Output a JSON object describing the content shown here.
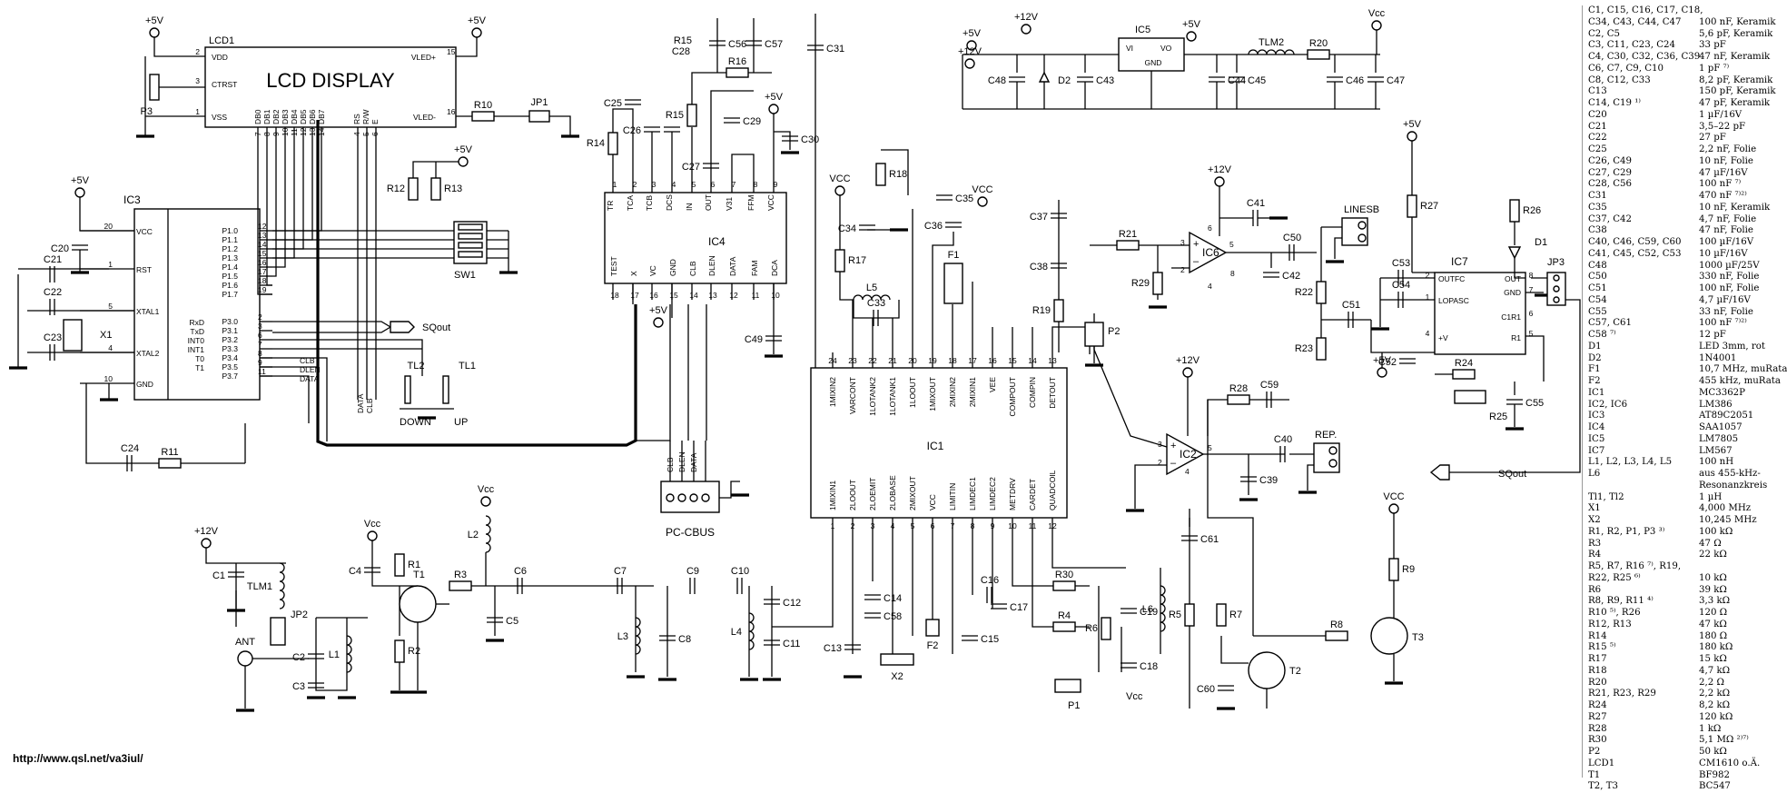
{
  "chart_data": {
    "type": "diagram",
    "components": {
      "lcd": {
        "ref": "LCD1",
        "title": "LCD DISPLAY",
        "pins": [
          "VDD",
          "CTRST",
          "VSS",
          "VLED+",
          "VLED-",
          "RS",
          "R/W",
          "E",
          "DB0",
          "DB1",
          "DB2",
          "DB3",
          "DB4",
          "DB5",
          "DB6",
          "DB7"
        ],
        "pin_numbers": [
          "2",
          "3",
          "1",
          "15",
          "16",
          "4",
          "5",
          "6",
          "7",
          "8",
          "9",
          "10",
          "11",
          "12",
          "13",
          "14"
        ]
      },
      "ic3": {
        "ref": "IC3",
        "pins_left": [
          "VCC",
          "RST",
          "XTAL1",
          "XTAL2",
          "GND"
        ],
        "pins_left_numbers": [
          "20",
          "1",
          "5",
          "4",
          "10"
        ],
        "pins_right": [
          "P1.0",
          "P1.1",
          "P1.2",
          "P1.3",
          "P1.4",
          "P1.5",
          "P1.6",
          "P1.7",
          "P3.0",
          "P3.1",
          "P3.2",
          "P3.3",
          "P3.4",
          "P3.5",
          "P3.7"
        ],
        "pins_right_numbers": [
          "12",
          "13",
          "14",
          "15",
          "16",
          "17",
          "18",
          "19",
          "2",
          "3",
          "6",
          "7",
          "8",
          "9",
          "11"
        ],
        "alt": [
          "RxD",
          "TxD",
          "INT0",
          "INT1",
          "T0",
          "T1"
        ]
      },
      "ic4": {
        "ref": "IC4",
        "top": [
          "TR",
          "TCA",
          "TCB",
          "DCS",
          "IN",
          "OUT",
          "V31",
          "FFM",
          "VCC"
        ],
        "top_numbers": [
          "1",
          "2",
          "3",
          "4",
          "5",
          "6",
          "7",
          "8",
          "9"
        ],
        "bottom": [
          "TEST",
          "X",
          "VC",
          "GND",
          "CLB",
          "DLEN",
          "DATA",
          "FAM",
          "DCA"
        ],
        "bottom_numbers": [
          "18",
          "17",
          "16",
          "15",
          "14",
          "13",
          "12",
          "11",
          "10"
        ]
      },
      "ic1": {
        "ref": "IC1",
        "top": [
          "1MIXIN2",
          "VARCONT",
          "1LOTANK2",
          "1LOTANK1",
          "1LOOUT",
          "1MIXOUT",
          "2MIXIN2",
          "2MIXIN1",
          "VEE",
          "COMPOUT",
          "COMPIN",
          "DETOUT"
        ],
        "top_numbers": [
          "24",
          "23",
          "22",
          "21",
          "20",
          "19",
          "18",
          "17",
          "16",
          "15",
          "14",
          "13"
        ],
        "bottom": [
          "1MIXIN1",
          "2LOOUT",
          "2LOEMIT",
          "2LOBASE",
          "2MIXOUT",
          "VCC",
          "LIMITIN",
          "LIMDEC1",
          "LIMDEC2",
          "METDRV",
          "CARDET",
          "QUADCOIL"
        ],
        "bottom_numbers": [
          "1",
          "2",
          "3",
          "4",
          "5",
          "6",
          "7",
          "8",
          "9",
          "10",
          "11",
          "12"
        ]
      },
      "ic5": {
        "ref": "IC5",
        "pins": [
          "VI",
          "VO",
          "GND"
        ]
      },
      "ic7": {
        "ref": "IC7",
        "pins": [
          "OUTFC",
          "LOPASC",
          "+V",
          "OUT",
          "GND",
          "C1R1",
          "R1"
        ],
        "pin_numbers": [
          "2",
          "1",
          "4",
          "8",
          "7",
          "6",
          "5"
        ]
      },
      "opamps": [
        "IC6",
        "IC2"
      ],
      "opamp_pins": [
        "3",
        "2",
        "4",
        "5",
        "6",
        "8"
      ],
      "labels": [
        "+5V",
        "+12V",
        "Vcc",
        "VCC",
        "SQout",
        "LINESB",
        "REP.",
        "JP1",
        "JP2",
        "JP3",
        "SW1",
        "TL1",
        "TL2",
        "DOWN",
        "UP",
        "PC-CBUS",
        "ANT",
        "TLM1",
        "TLM2",
        "X1",
        "X2",
        "F1",
        "F2",
        "T1",
        "T2",
        "T3",
        "D1",
        "D2",
        "P1",
        "P2",
        "P3",
        "L1",
        "L2",
        "L3",
        "L4",
        "L5",
        "L6"
      ],
      "bus_signals": [
        "CLB",
        "DLEN",
        "DATA"
      ],
      "passives": [
        "C1",
        "C2",
        "C3",
        "C4",
        "C5",
        "C6",
        "C7",
        "C8",
        "C9",
        "C10",
        "C11",
        "C12",
        "C13",
        "C14",
        "C15",
        "C16",
        "C17",
        "C18",
        "C19",
        "C20",
        "C21",
        "C22",
        "C23",
        "C24",
        "C25",
        "C26",
        "C27",
        "C28",
        "C29",
        "C30",
        "C31",
        "C32",
        "C33",
        "C34",
        "C35",
        "C36",
        "C37",
        "C38",
        "C39",
        "C40",
        "C41",
        "C42",
        "C43",
        "C44",
        "C45",
        "C46",
        "C47",
        "C48",
        "C49",
        "C50",
        "C51",
        "C52",
        "C53",
        "C54",
        "C55",
        "C56",
        "C57",
        "C58",
        "C59",
        "C60",
        "C61",
        "R1",
        "R2",
        "R3",
        "R4",
        "R5",
        "R6",
        "R7",
        "R8",
        "R9",
        "R10",
        "R11",
        "R12",
        "R13",
        "R14",
        "R15",
        "R16",
        "R17",
        "R18",
        "R19",
        "R20",
        "R21",
        "R22",
        "R23",
        "R24",
        "R25",
        "R26",
        "R27",
        "R28",
        "R29",
        "R30"
      ]
    }
  },
  "parts_list": [
    {
      "ref": "C1, C15, C16, C17, C18,",
      "value": ""
    },
    {
      "ref": "C34, C43, C44, C47",
      "value": "100 nF, Keramik"
    },
    {
      "ref": "C2, C5",
      "value": "5,6 pF, Keramik"
    },
    {
      "ref": "C3, C11, C23, C24",
      "value": "33 pF"
    },
    {
      "ref": "C4, C30, C32, C36, C39",
      "value": "47 nF, Keramik"
    },
    {
      "ref": "C6, C7, C9, C10",
      "value": "1 pF ⁷⁾"
    },
    {
      "ref": "C8, C12, C33",
      "value": "8,2 pF, Keramik"
    },
    {
      "ref": "C13",
      "value": "150 pF, Keramik"
    },
    {
      "ref": "C14, C19 ¹⁾",
      "value": "47 pF, Keramik"
    },
    {
      "ref": "C20",
      "value": "1 µF/16V"
    },
    {
      "ref": "C21",
      "value": "3,5–22 pF"
    },
    {
      "ref": "C22",
      "value": "27 pF"
    },
    {
      "ref": "C25",
      "value": "2,2 nF, Folie"
    },
    {
      "ref": "C26, C49",
      "value": "10 nF, Folie"
    },
    {
      "ref": "C27, C29",
      "value": "47 µF/16V"
    },
    {
      "ref": "C28, C56",
      "value": "100 nF ⁷⁾"
    },
    {
      "ref": "C31",
      "value": "470 nF ⁷⁾²⁾"
    },
    {
      "ref": "C35",
      "value": "10 nF, Keramik"
    },
    {
      "ref": "C37, C42",
      "value": "4,7 nF, Folie"
    },
    {
      "ref": "C38",
      "value": "47 nF, Folie"
    },
    {
      "ref": "C40, C46, C59, C60",
      "value": "100 µF/16V"
    },
    {
      "ref": "C41, C45, C52, C53",
      "value": "10 µF/16V"
    },
    {
      "ref": "C48",
      "value": "1000 µF/25V"
    },
    {
      "ref": "C50",
      "value": "330 nF, Folie"
    },
    {
      "ref": "C51",
      "value": "100 nF, Folie"
    },
    {
      "ref": "C54",
      "value": "4,7 µF/16V"
    },
    {
      "ref": "C55",
      "value": "33 nF, Folie"
    },
    {
      "ref": "C57, C61",
      "value": "100 nF ⁷⁾²⁾"
    },
    {
      "ref": "C58 ⁷⁾",
      "value": "12 pF"
    },
    {
      "ref": "D1",
      "value": "LED 3mm, rot"
    },
    {
      "ref": "D2",
      "value": "1N4001"
    },
    {
      "ref": "F1",
      "value": "10,7 MHz, muRata"
    },
    {
      "ref": "F2",
      "value": "455 kHz, muRata"
    },
    {
      "ref": "IC1",
      "value": "MC3362P"
    },
    {
      "ref": "IC2, IC6",
      "value": "LM386"
    },
    {
      "ref": "IC3",
      "value": "AT89C2051"
    },
    {
      "ref": "IC4",
      "value": "SAA1057"
    },
    {
      "ref": "IC5",
      "value": "LM7805"
    },
    {
      "ref": "IC7",
      "value": "LM567"
    },
    {
      "ref": "L1, L2, L3, L4, L5",
      "value": "100 nH"
    },
    {
      "ref": "L6",
      "value": "aus 455-kHz-"
    },
    {
      "ref": "",
      "value": "Resonanzkreis"
    },
    {
      "ref": "Tl1, Tl2",
      "value": "1 µH"
    },
    {
      "ref": "X1",
      "value": "4,000 MHz"
    },
    {
      "ref": "X2",
      "value": "10,245 MHz"
    },
    {
      "ref": "R1, R2, P1, P3 ³⁾",
      "value": "100 kΩ"
    },
    {
      "ref": "R3",
      "value": "47 Ω"
    },
    {
      "ref": "R4",
      "value": "22 kΩ"
    },
    {
      "ref": "R5, R7, R16 ⁷⁾, R19,",
      "value": ""
    },
    {
      "ref": "R22, R25 ⁶⁾",
      "value": "10 kΩ"
    },
    {
      "ref": "R6",
      "value": "39 kΩ"
    },
    {
      "ref": "R8, R9, R11 ⁴⁾",
      "value": "3,3 kΩ"
    },
    {
      "ref": "R10 ⁵⁾, R26",
      "value": "120 Ω"
    },
    {
      "ref": "R12, R13",
      "value": "47 kΩ"
    },
    {
      "ref": "R14",
      "value": "180 Ω"
    },
    {
      "ref": "R15 ⁵⁾",
      "value": "180 kΩ"
    },
    {
      "ref": "R17",
      "value": "15 kΩ"
    },
    {
      "ref": "R18",
      "value": "4,7 kΩ"
    },
    {
      "ref": "R20",
      "value": "2,2 Ω"
    },
    {
      "ref": "R21, R23, R29",
      "value": "2,2 kΩ"
    },
    {
      "ref": "R24",
      "value": "8,2 kΩ"
    },
    {
      "ref": "R27",
      "value": "120 kΩ"
    },
    {
      "ref": "R28",
      "value": "1 kΩ"
    },
    {
      "ref": "R30",
      "value": "5,1 MΩ ²⁾⁷⁾"
    },
    {
      "ref": "P2",
      "value": "50 kΩ"
    },
    {
      "ref": "LCD1",
      "value": "CM1610 o.Ä."
    },
    {
      "ref": "T1",
      "value": "BF982"
    },
    {
      "ref": "T2, T3",
      "value": "BC547"
    }
  ],
  "footer": {
    "url": "http://www.qsl.net/va3iul/"
  }
}
